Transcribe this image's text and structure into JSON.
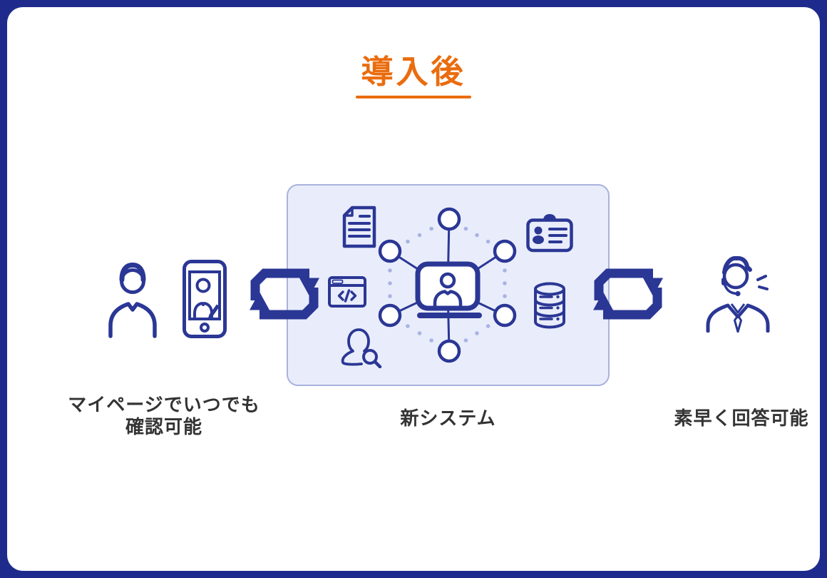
{
  "header": {
    "title": "導入後"
  },
  "diagram": {
    "left": {
      "caption_line1": "マイページでいつでも",
      "caption_line2": "確認可能",
      "icons": [
        "user-icon",
        "smartphone-edit-icon"
      ]
    },
    "center": {
      "caption": "新システム",
      "icons": [
        "document-icon",
        "browser-code-icon",
        "user-search-icon",
        "id-card-icon",
        "database-icon",
        "video-meeting-network-icon"
      ]
    },
    "right": {
      "caption": "素早く回答可能",
      "icons": [
        "support-agent-icon"
      ]
    },
    "connectors": [
      "sync-arrows-icon",
      "sync-arrows-icon"
    ]
  },
  "colors": {
    "page_border": "#1e2b8c",
    "accent_orange": "#ea6c0e",
    "icon_blue": "#2b3795",
    "box_fill": "#e9edfb",
    "box_border": "#aab2de",
    "dot_lavender": "#a9b3e4",
    "text": "#333333"
  }
}
